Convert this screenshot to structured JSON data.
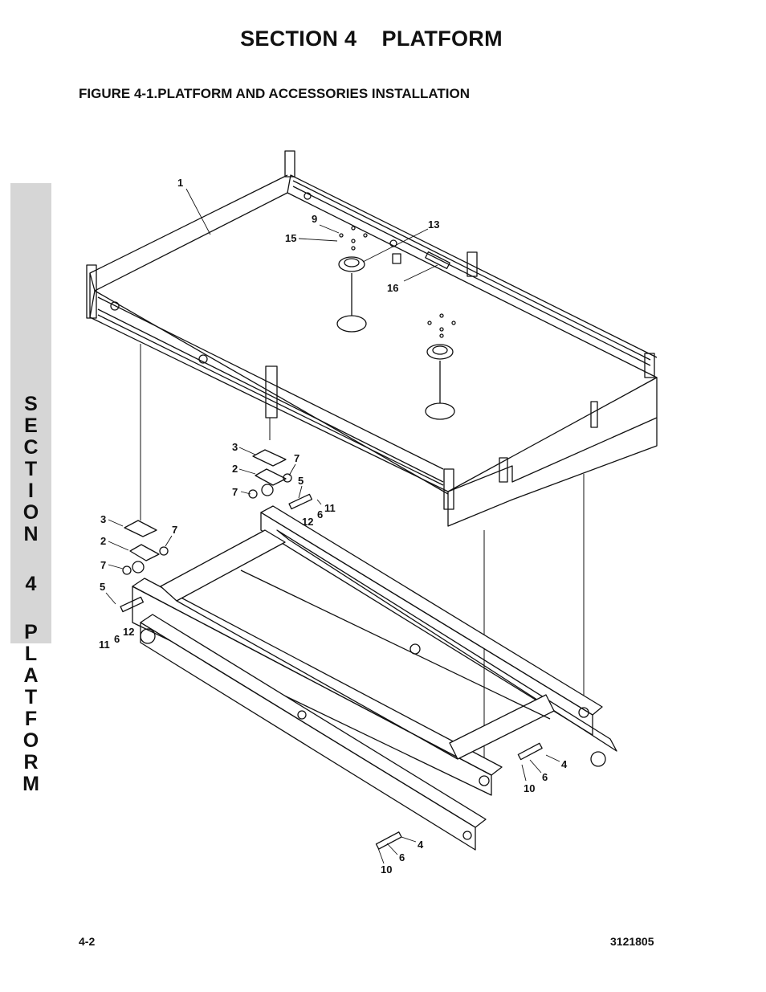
{
  "header": {
    "section_title": "SECTION 4    PLATFORM",
    "figure_caption": "FIGURE 4-1.PLATFORM AND ACCESSORIES INSTALLATION"
  },
  "side_tab": {
    "letters": [
      "S",
      "E",
      "C",
      "T",
      "I",
      "O",
      "N",
      "4",
      "P",
      "L",
      "A",
      "T",
      "F",
      "O",
      "R",
      "M"
    ]
  },
  "callouts": {
    "c1": "1",
    "c9": "9",
    "c13": "13",
    "c15": "15",
    "c16": "16",
    "c3a": "3",
    "c2a": "2",
    "c7a": "7",
    "c7b": "7",
    "c5a": "5",
    "c11a": "11",
    "c6a": "6",
    "c12a": "12",
    "c3b": "3",
    "c2b": "2",
    "c7c": "7",
    "c7d": "7",
    "c5b": "5",
    "c11b": "11",
    "c6b": "6",
    "c12b": "12",
    "c4a": "4",
    "c6c": "6",
    "c10a": "10",
    "c4b": "4",
    "c6d": "6",
    "c10b": "10"
  },
  "footer": {
    "page_number": "4-2",
    "document_number": "3121805"
  }
}
